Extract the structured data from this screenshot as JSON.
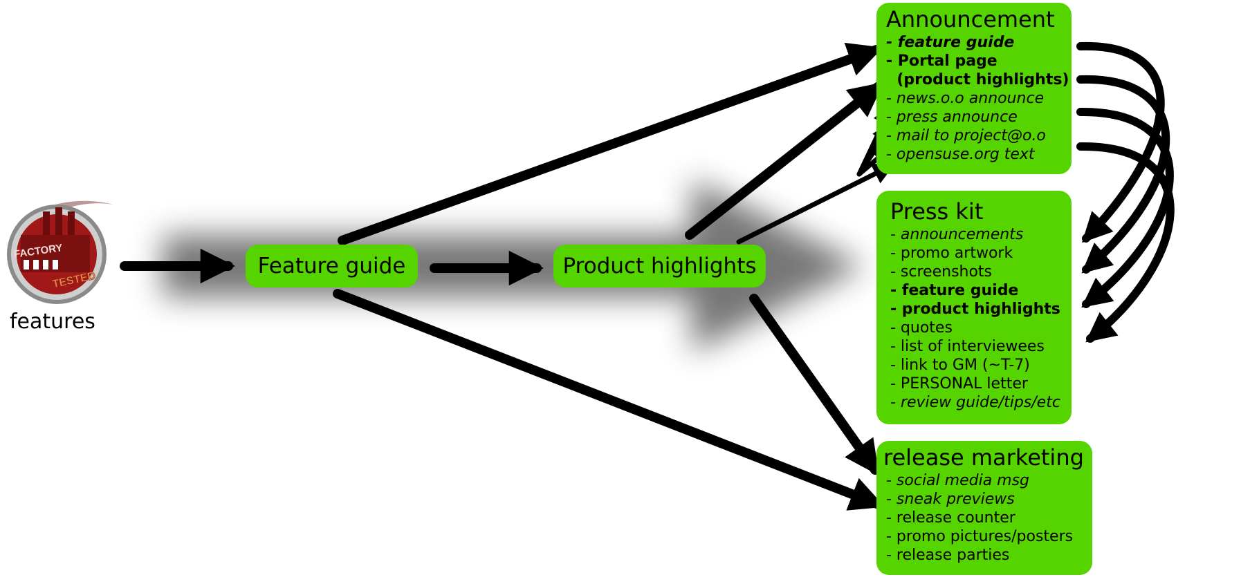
{
  "source": {
    "label": "features",
    "badge_top": "FACTORY",
    "badge_bottom": "TESTED"
  },
  "nodes": {
    "feature_guide": "Feature guide",
    "product_highlights": "Product highlights"
  },
  "panels": {
    "announcement": {
      "title": "Announcement",
      "items": [
        {
          "text": "- feature guide",
          "style": "bi"
        },
        {
          "text": "- Portal page",
          "style": "bd"
        },
        {
          "text": "  (product highlights)",
          "style": "bd"
        },
        {
          "text": "- news.o.o announce",
          "style": "it"
        },
        {
          "text": "- press announce",
          "style": "it"
        },
        {
          "text": "- mail to project@o.o",
          "style": "it"
        },
        {
          "text": "- opensuse.org text",
          "style": "it"
        }
      ]
    },
    "press_kit": {
      "title": "Press kit",
      "items": [
        {
          "text": "- announcements",
          "style": "it"
        },
        {
          "text": "- promo artwork",
          "style": ""
        },
        {
          "text": "- screenshots",
          "style": ""
        },
        {
          "text": "- feature guide",
          "style": "bd"
        },
        {
          "text": "- product highlights",
          "style": "bd"
        },
        {
          "text": "- quotes",
          "style": ""
        },
        {
          "text": "- list of interviewees",
          "style": ""
        },
        {
          "text": "- link to GM (~T-7)",
          "style": ""
        },
        {
          "text": "- PERSONAL letter",
          "style": ""
        },
        {
          "text": "- review guide/tips/etc",
          "style": "it"
        }
      ]
    },
    "release_marketing": {
      "title": "release marketing",
      "items": [
        {
          "text": "- social media msg",
          "style": "it"
        },
        {
          "text": "- sneak previews",
          "style": "it"
        },
        {
          "text": "- release counter",
          "style": ""
        },
        {
          "text": "- promo pictures/posters",
          "style": ""
        },
        {
          "text": "- release parties",
          "style": ""
        }
      ]
    }
  },
  "colors": {
    "box": "#55d400",
    "arrow": "#000000",
    "shadow": "#6f6f6f",
    "badge": "#a01818"
  }
}
